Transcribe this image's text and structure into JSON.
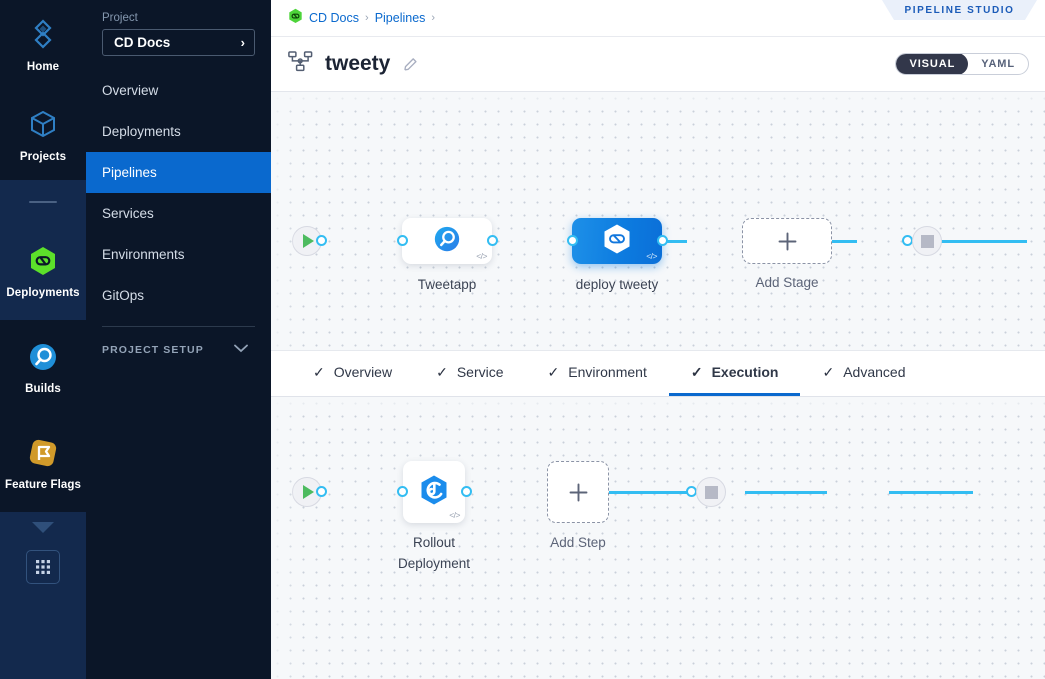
{
  "rail": {
    "items": [
      {
        "label": "Home",
        "icon": "home-diamond-icon",
        "active": false
      },
      {
        "label": "Projects",
        "icon": "cube-icon",
        "active": false
      },
      {
        "label": "Deployments",
        "icon": "deployments-hex-icon",
        "active": true
      },
      {
        "label": "Builds",
        "icon": "builds-circle-icon",
        "active": false
      },
      {
        "label": "Feature Flags",
        "icon": "feature-flag-icon",
        "active": false
      }
    ],
    "more_icon": "chevron-down-icon",
    "grid_icon": "app-grid-icon"
  },
  "sidebar": {
    "section_label": "Project",
    "project_name": "CD Docs",
    "project_chevron": "›",
    "items": [
      {
        "label": "Overview",
        "active": false
      },
      {
        "label": "Deployments",
        "active": false
      },
      {
        "label": "Pipelines",
        "active": true
      },
      {
        "label": "Services",
        "active": false
      },
      {
        "label": "Environments",
        "active": false
      },
      {
        "label": "GitOps",
        "active": false
      }
    ],
    "setup_label": "PROJECT SETUP",
    "setup_chevron": "⌄"
  },
  "header": {
    "ribbon_label": "PIPELINE STUDIO",
    "breadcrumb": [
      {
        "label": "CD Docs",
        "sep": "›"
      },
      {
        "label": "Pipelines",
        "sep": "›"
      }
    ],
    "pipeline_icon": "pipeline-hierarchy-icon",
    "pipeline_name": "tweety",
    "edit_icon": "pencil-icon",
    "view_toggle": {
      "options": [
        "VISUAL",
        "YAML"
      ],
      "selected": "VISUAL"
    }
  },
  "stage_canvas": {
    "start_icon": "play-icon",
    "end_icon": "stop-icon",
    "nodes": [
      {
        "caption": "Tweetapp",
        "icon": "build-magnifier-icon",
        "selected": false,
        "code_badge": "</>"
      },
      {
        "caption": "deploy tweety",
        "icon": "deployment-infinity-hex-icon",
        "selected": true,
        "code_badge": "</>"
      }
    ],
    "add_node": {
      "caption": "Add Stage",
      "icon": "plus-icon"
    }
  },
  "tabs": [
    {
      "label": "Overview",
      "tick": "✓",
      "active": false
    },
    {
      "label": "Service",
      "tick": "✓",
      "active": false
    },
    {
      "label": "Environment",
      "tick": "✓",
      "active": false
    },
    {
      "label": "Execution",
      "tick": "✓",
      "active": true
    },
    {
      "label": "Advanced",
      "tick": "✓",
      "active": false
    }
  ],
  "step_canvas": {
    "start_icon": "play-icon",
    "end_icon": "stop-icon",
    "nodes": [
      {
        "caption_line1": "Rollout",
        "caption_line2": "Deployment",
        "icon": "kubernetes-hex-icon",
        "code_badge": "</>"
      }
    ],
    "add_node": {
      "caption": "Add Step",
      "icon": "plus-icon"
    }
  },
  "colors": {
    "accent_blue": "#0a69ce",
    "link_blue": "#33bdf2",
    "rail_bg": "#0b1628",
    "rail_active": "#13294d",
    "canvas_bg": "#f6f8fa",
    "green": "#4dbb5f"
  }
}
